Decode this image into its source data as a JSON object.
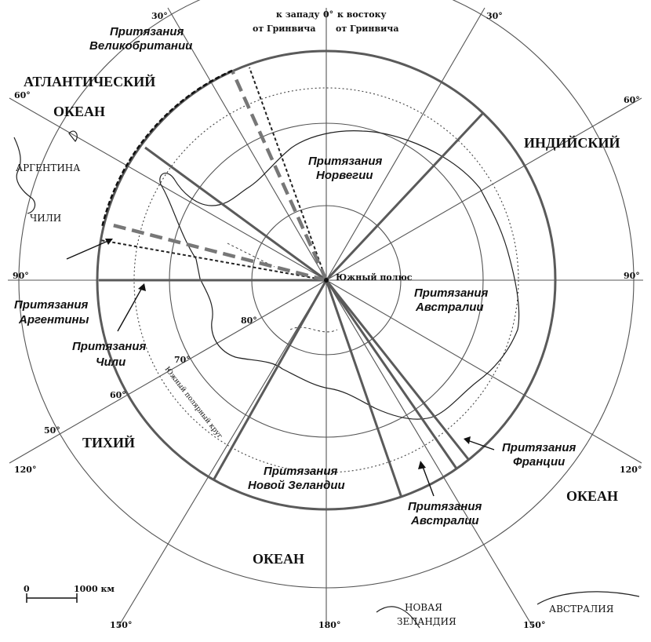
{
  "meridians": {
    "greenwich_west": "к западу",
    "greenwich_east": "к востоку",
    "greenwich_west_sub": "от Гринвича",
    "greenwich_east_sub": "от Гринвича",
    "zero": "0°",
    "m30w": "30°",
    "m30e": "30°",
    "m60w": "60°",
    "m60e": "60°",
    "m90w": "90°",
    "m90e": "90°",
    "m120w": "120°",
    "m120e": "120°",
    "m150w": "150°",
    "m150e": "150°",
    "m180": "180°"
  },
  "parallels": {
    "p80": "80°",
    "p70": "70°",
    "p60": "60°",
    "p50": "50°",
    "polar_circle": "Южный полярный круг"
  },
  "oceans": {
    "atlantic_1": "АТЛАНТИЧЕСКИЙ",
    "atlantic_2": "ОКЕАН",
    "indian": "ИНДИЙСКИЙ",
    "indian_ocean": "ОКЕАН",
    "pacific_1": "ТИХИЙ",
    "pacific_2": "ОКЕАН"
  },
  "countries": {
    "argentina": "АРГЕНТИНА",
    "chile": "ЧИЛИ",
    "nz_1": "НОВАЯ",
    "nz_2": "ЗЕЛАНДИЯ",
    "australia": "АВСТРАЛИЯ"
  },
  "pole": "Южный полюс",
  "claims": {
    "uk_1": "Притязания",
    "uk_2": "Великобритании",
    "norway_1": "Притязания",
    "norway_2": "Норвегии",
    "australia_e_1": "Притязания",
    "australia_e_2": "Австралии",
    "argentina_1": "Притязания",
    "argentina_2": "Аргентины",
    "chile_1": "Притязания",
    "chile_2": "Чили",
    "nz_1": "Притязания",
    "nz_2": "Новой Зеландии",
    "france_1": "Притязания",
    "france_2": "Франции",
    "australia_s_1": "Притязания",
    "australia_s_2": "Австралии"
  },
  "scale": {
    "start": "0",
    "end": "1000 км"
  },
  "colors": {
    "claim_line": "#5a5a5a",
    "grid_line": "#555555"
  }
}
